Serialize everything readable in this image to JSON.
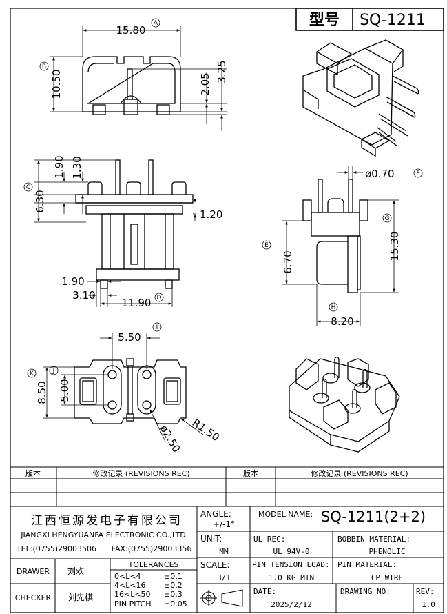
{
  "header": {
    "model_label": "型号",
    "model_value": "SQ-1211"
  },
  "dimensions": {
    "width_top": "15.80",
    "height_top": "10.50",
    "d_205": "2.05",
    "d_325": "3.25",
    "d_190_v": "1.90",
    "d_130": "1.30",
    "d_630": "6.30",
    "d_120": "1.20",
    "d_190_h": "1.90",
    "d_310": "3.10",
    "d_1190": "11.90",
    "d_070": "ø0.70",
    "d_670": "6.70",
    "d_1530": "15.30",
    "d_820": "8.20",
    "d_550": "5.50",
    "d_850": "8.50",
    "d_500": "5.00",
    "d_r150": "R1.50",
    "d_250": "ø2.50"
  },
  "view_markers": [
    "A",
    "B",
    "C",
    "D",
    "E",
    "F",
    "G",
    "H",
    "I",
    "J",
    "K"
  ],
  "revisions": {
    "col_ver": "版本",
    "col_rec": "修改记录 (REVISIONS REC)"
  },
  "title_block": {
    "company_cn": "江西恒源发电子有限公司",
    "company_en": "JIANGXI HENGYUANFA ELECTRONIC CO.,LTD",
    "tel": "TEL:(0755)29003506",
    "fax": "FAX:(0755)29003356",
    "angle_label": "ANGLE:",
    "angle_value": "+/-1°",
    "model_name_label": "MODEL NAME:",
    "model_name_value": "SQ-1211(2+2)",
    "unit_label": "UNIT:",
    "unit_value": "MM",
    "ul_rec_label": "UL REC:",
    "ul_rec_value": "UL 94V-0",
    "bobbin_label": "BOBBIN MATERIAL:",
    "bobbin_value": "PHENOLIC",
    "scale_label": "SCALE:",
    "scale_value": "3/1",
    "pin_tension_label": "PIN TENSION LOAD:",
    "pin_tension_value": "1.0 KG MIN",
    "pin_material_label": "PIN MATERIAL:",
    "pin_material_value": "CP WIRE",
    "drawer_label": "DRAWER",
    "drawer_value": "刘欢",
    "checker_label": "CHECKER",
    "checker_value": "刘先棋",
    "tolerances_label": "TOLERANCES",
    "tol_rows": [
      {
        "range": "0<L<4",
        "tol": "±0.1"
      },
      {
        "range": "4<L<16",
        "tol": "±0.2"
      },
      {
        "range": "16<L<50",
        "tol": "±0.3"
      },
      {
        "range": "PIN PITCH",
        "tol": "±0.05"
      }
    ],
    "date_label": "DATE:",
    "date_value": "2025/2/12",
    "drawing_no_label": "DRAWING NO:",
    "drawing_no_value": "",
    "rev_label": "REV:",
    "rev_value": "1.0"
  }
}
